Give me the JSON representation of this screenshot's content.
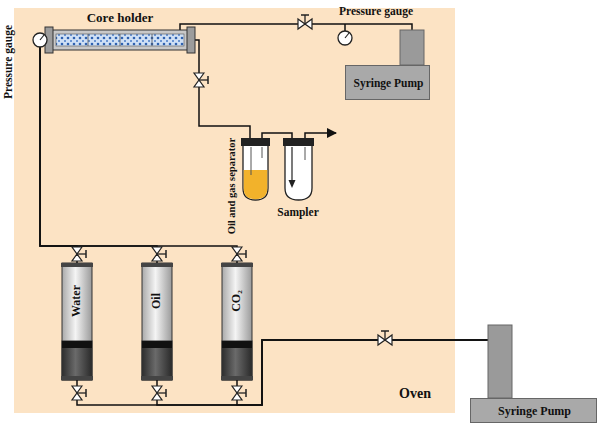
{
  "diagram": {
    "nodes": [
      {
        "text": [
          "Oven"
        ]
      },
      {
        "text": [
          "Core holder"
        ],
        "in": 0
      },
      {
        "text": [
          "Syringe Pump"
        ],
        "in": 0
      },
      {
        "text": [
          "Oil and gas separator"
        ],
        "in": 0
      },
      {
        "text": [
          "Sampler"
        ],
        "in": 0
      },
      {
        "text": [
          "Water"
        ],
        "in": 0
      },
      {
        "text": [
          "Oil"
        ],
        "in": 0
      },
      {
        "text": [
          "CO₂"
        ],
        "in": 0
      },
      {
        "text": [
          "Syringe Pump"
        ]
      }
    ],
    "edges": [
      {
        "from": 1,
        "to": 2,
        "arrow": "none"
      },
      {
        "from": 1,
        "to": 3,
        "arrow": "none"
      },
      {
        "from": 3,
        "to": 4,
        "arrow": "none"
      },
      {
        "from": 1,
        "to": 5,
        "arrow": "none"
      },
      {
        "from": 1,
        "to": 6,
        "arrow": "none"
      },
      {
        "from": 1,
        "to": 7,
        "arrow": "none"
      },
      {
        "from": 8,
        "to": 5,
        "arrow": "none"
      },
      {
        "from": 8,
        "to": 6,
        "arrow": "none"
      },
      {
        "from": 8,
        "to": 7,
        "arrow": "none"
      }
    ],
    "labels": [
      "Pressure gauge",
      "Pressure gauge"
    ]
  }
}
